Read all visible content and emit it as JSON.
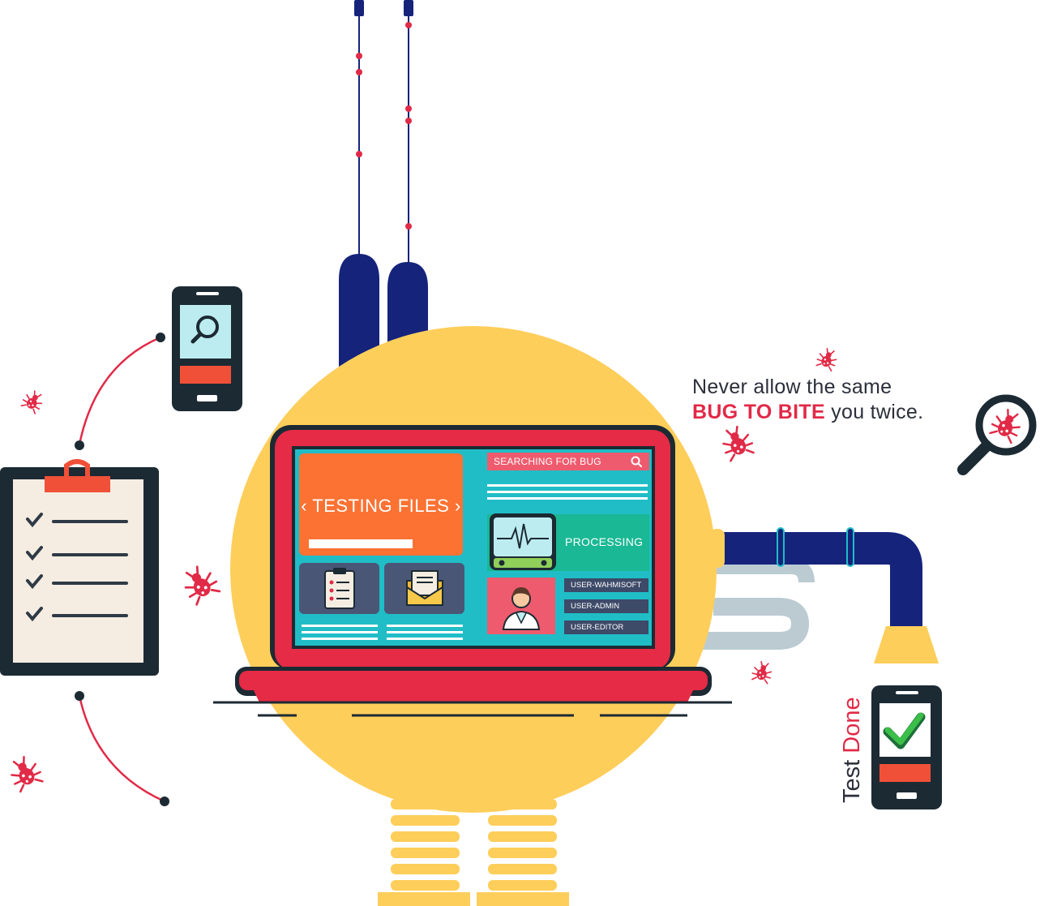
{
  "tagline": {
    "line1": "Never allow the same",
    "highlight": "BUG TO BITE",
    "line2_rest": " you twice."
  },
  "status": {
    "test": "Test",
    "done": "Done"
  },
  "screen": {
    "testing_files": "‹ TESTING FILES ›",
    "search_label": "SEARCHING FOR BUG",
    "processing_label": "PROCESSING",
    "users": [
      "USER-WAHMISOFT",
      "USER-ADMIN",
      "USER-EDITOR"
    ]
  },
  "colors": {
    "accent_red": "#e12a47",
    "laptop_red": "#e52b45",
    "navy": "#15237b",
    "yellow": "#fece5b",
    "teal": "#20bdc7",
    "orange": "#fb7233",
    "green": "#1ab894",
    "dark": "#1c2a33"
  },
  "icons": [
    "bug-icon",
    "magnifier-icon",
    "clipboard-icon",
    "phone-search-icon",
    "phone-check-icon",
    "spring-icon",
    "pipe-icon",
    "envelope-icon",
    "doctor-avatar-icon",
    "heartbeat-monitor-icon"
  ]
}
